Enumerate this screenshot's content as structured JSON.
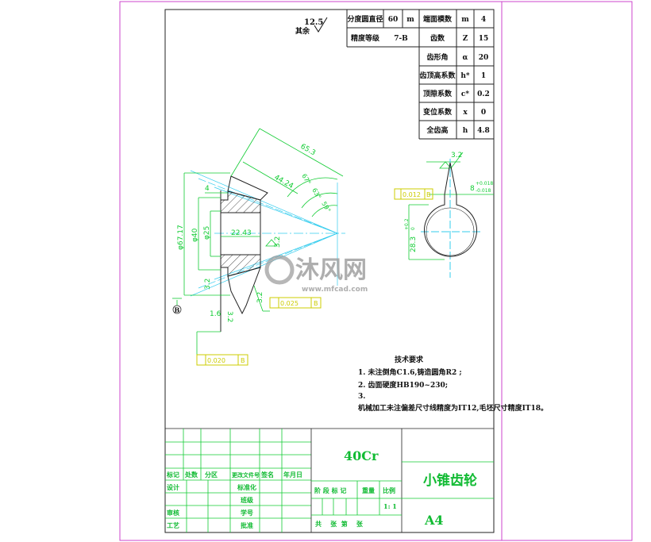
{
  "roughness_note": {
    "value": "12.5",
    "label": "其余"
  },
  "params_table": {
    "row1": {
      "label": "分度圆直径",
      "value": "60",
      "symbol": "m",
      "label2": "端面模数",
      "symbol2": "m",
      "value2": "4"
    },
    "row2": {
      "label": "精度等级",
      "value": "7-B",
      "label2": "齿数",
      "symbol2": "Z",
      "value2": "15"
    },
    "rows": [
      {
        "label": "齿形角",
        "symbol": "α",
        "value": "20"
      },
      {
        "label": "齿顶高系数",
        "symbol": "h*",
        "value": "1"
      },
      {
        "label": "顶隙系数",
        "symbol": "c*",
        "value": "0.2"
      },
      {
        "label": "变位系数",
        "symbol": "x",
        "value": "0"
      },
      {
        "label": "全齿高",
        "symbol": "h",
        "value": "4.8"
      }
    ]
  },
  "dimensions": {
    "cone_length": "65.3",
    "face": "44.24",
    "angle1": "67°",
    "angle2": "63°",
    "angle3": "59°",
    "d_outer": "φ67.17",
    "d_hub": "φ40",
    "d_bore": "φ25",
    "width": "4",
    "length": "22.43",
    "rough1": "3.2",
    "rough2": "3.2",
    "rough3": "3.2",
    "rough4": "1.6",
    "rough5": "3.2",
    "rough6": "3.2",
    "datum": "B",
    "tol1": {
      "value": "0.025",
      "datum": "B"
    },
    "tol2": {
      "value": "0.020",
      "datum": "B"
    },
    "tol3": {
      "value": "0.012",
      "datum": "B"
    },
    "key_width": "8",
    "key_width_upper": "+0.018",
    "key_width_lower": "-0.018",
    "key_depth": "28.3",
    "key_depth_upper": "+0.2",
    "key_depth_lower": "0"
  },
  "tech_requirements": {
    "title": "技术要求",
    "items": [
      "1. 未注倒角C1.6,铸造圆角R2 ;",
      "2. 齿面硬度HB190~230;",
      "3.",
      "机械加工未注偏差尺寸线精度为IT12,毛坯尺寸精度IT18。"
    ]
  },
  "title_block": {
    "material": "40Cr",
    "part_name": "小锥齿轮",
    "sheet_size": "A4",
    "headers": [
      "标记",
      "处数",
      "分区",
      "更改文件号",
      "签名",
      "年月日"
    ],
    "roles_left": [
      "设计",
      "",
      "审核",
      "工艺"
    ],
    "roles_mid": [
      "标准化",
      "班级",
      "学号",
      "批准"
    ],
    "stage_label": "阶 段 标 记",
    "weight_label": "重量",
    "scale_label": "比例",
    "scale": "1: 1",
    "sheets": "共    张  第    张"
  },
  "watermark": {
    "name": "沐风网",
    "url": "www.mfcad.com"
  },
  "colors": {
    "frame": "#cc44cc",
    "dimension": "#11cc33",
    "centerline": "#33ccee",
    "tolerance": "#cccc00"
  }
}
